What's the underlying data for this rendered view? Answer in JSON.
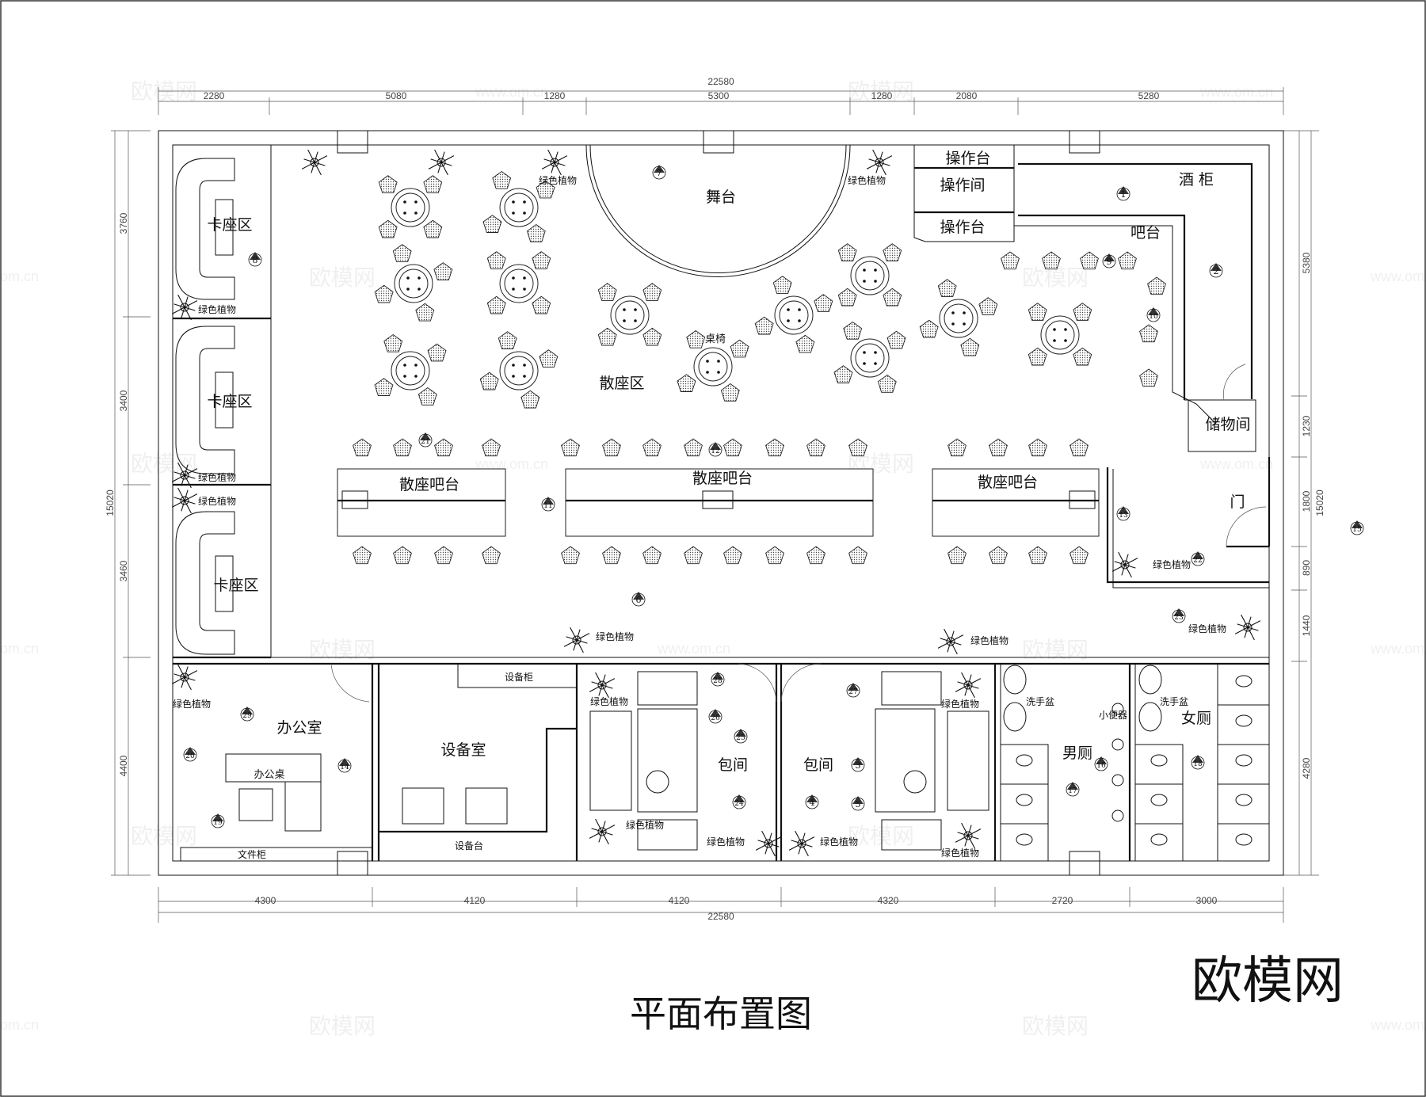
{
  "title": "平面布置图",
  "brand_logo": "欧模网",
  "watermark": {
    "text": "欧模网",
    "url": "www.om.cn",
    "url_short": "om.cn"
  },
  "dimensions": {
    "total": "22580",
    "top": [
      "2280",
      "5080",
      "1280",
      "5300",
      "1280",
      "2080",
      "5280"
    ],
    "bottom": [
      "4300",
      "4120",
      "4120",
      "4320",
      "2720",
      "3000"
    ],
    "left_total": "15020",
    "left": [
      "3760",
      "3400",
      "3460",
      "4400"
    ],
    "right_total": "15020",
    "right": [
      "5380",
      "1230",
      "1800",
      "890",
      "1440",
      "4280"
    ]
  },
  "rooms": {
    "booth_area": "卡座区",
    "stage": "舞台",
    "wine_cabinet": "酒 柜",
    "bar_counter": "吧台",
    "operation_desk": "操作台",
    "operation_room": "操作间",
    "lounge": "散座区",
    "table_chairs": "桌椅",
    "lounge_bar": "散座吧台",
    "storage": "储物间",
    "door": "门",
    "office": "办公室",
    "office_desk": "办公桌",
    "file_cabinet": "文件柜",
    "equipment_room": "设备室",
    "equipment_cabinet": "设备柜",
    "equipment_desk": "设备台",
    "private_room": "包间",
    "mens_restroom": "男厕",
    "womens_restroom": "女厕",
    "wash_basin": "洗手盆",
    "urinal": "小便器",
    "plant": "绿色植物"
  },
  "markers": [
    "1",
    "2",
    "3",
    "4",
    "5",
    "6",
    "7",
    "8",
    "9",
    "10",
    "11",
    "12",
    "13",
    "14",
    "15",
    "16",
    "17",
    "18",
    "19",
    "20",
    "21",
    "22",
    "23",
    "24",
    "25",
    "26",
    "27",
    "28",
    "29"
  ]
}
